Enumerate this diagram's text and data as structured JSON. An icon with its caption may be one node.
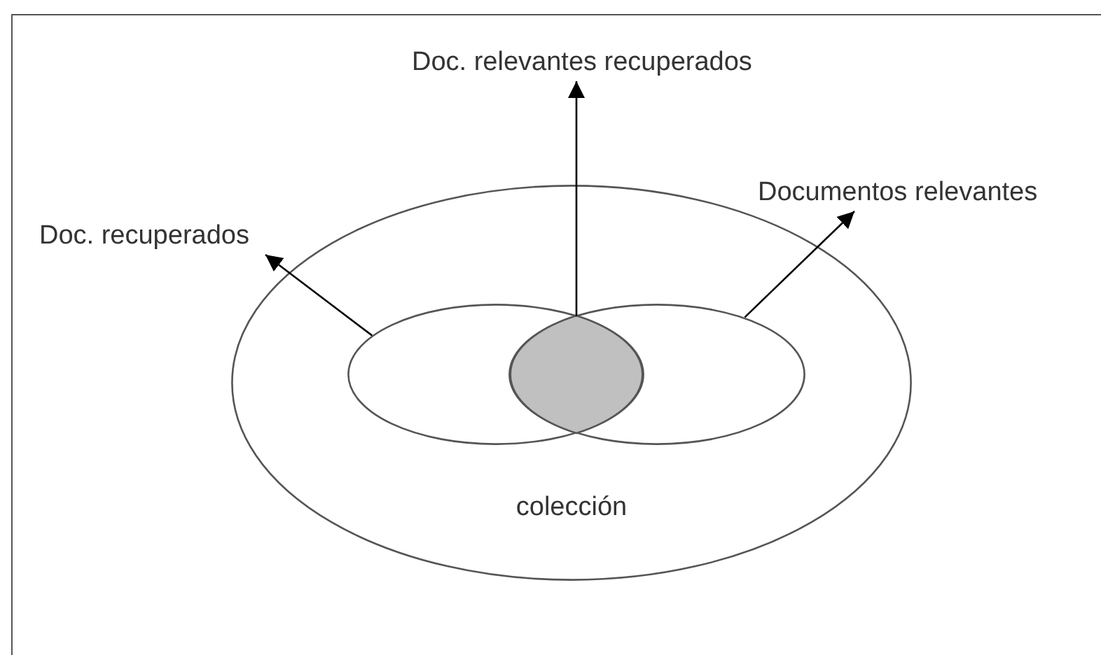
{
  "diagram": {
    "nodes": [
      {
        "text": [
          "Doc. relevantes recuperados"
        ]
      },
      {
        "text": [
          "Documentos relevantes"
        ]
      },
      {
        "text": [
          "Doc. recuperados"
        ]
      },
      {
        "text": [
          "colección"
        ]
      },
      {
        "text": [],
        "shape": "ellipse",
        "in": 3
      },
      {
        "text": [],
        "shape": "ellipse",
        "in": 3
      },
      {
        "text": [],
        "shape": "lens"
      }
    ],
    "edges": [
      {
        "from": 6,
        "to": 0,
        "arrow": "to"
      },
      {
        "from": 5,
        "to": 1,
        "arrow": "to"
      },
      {
        "from": 4,
        "to": 2,
        "arrow": "to"
      }
    ]
  }
}
